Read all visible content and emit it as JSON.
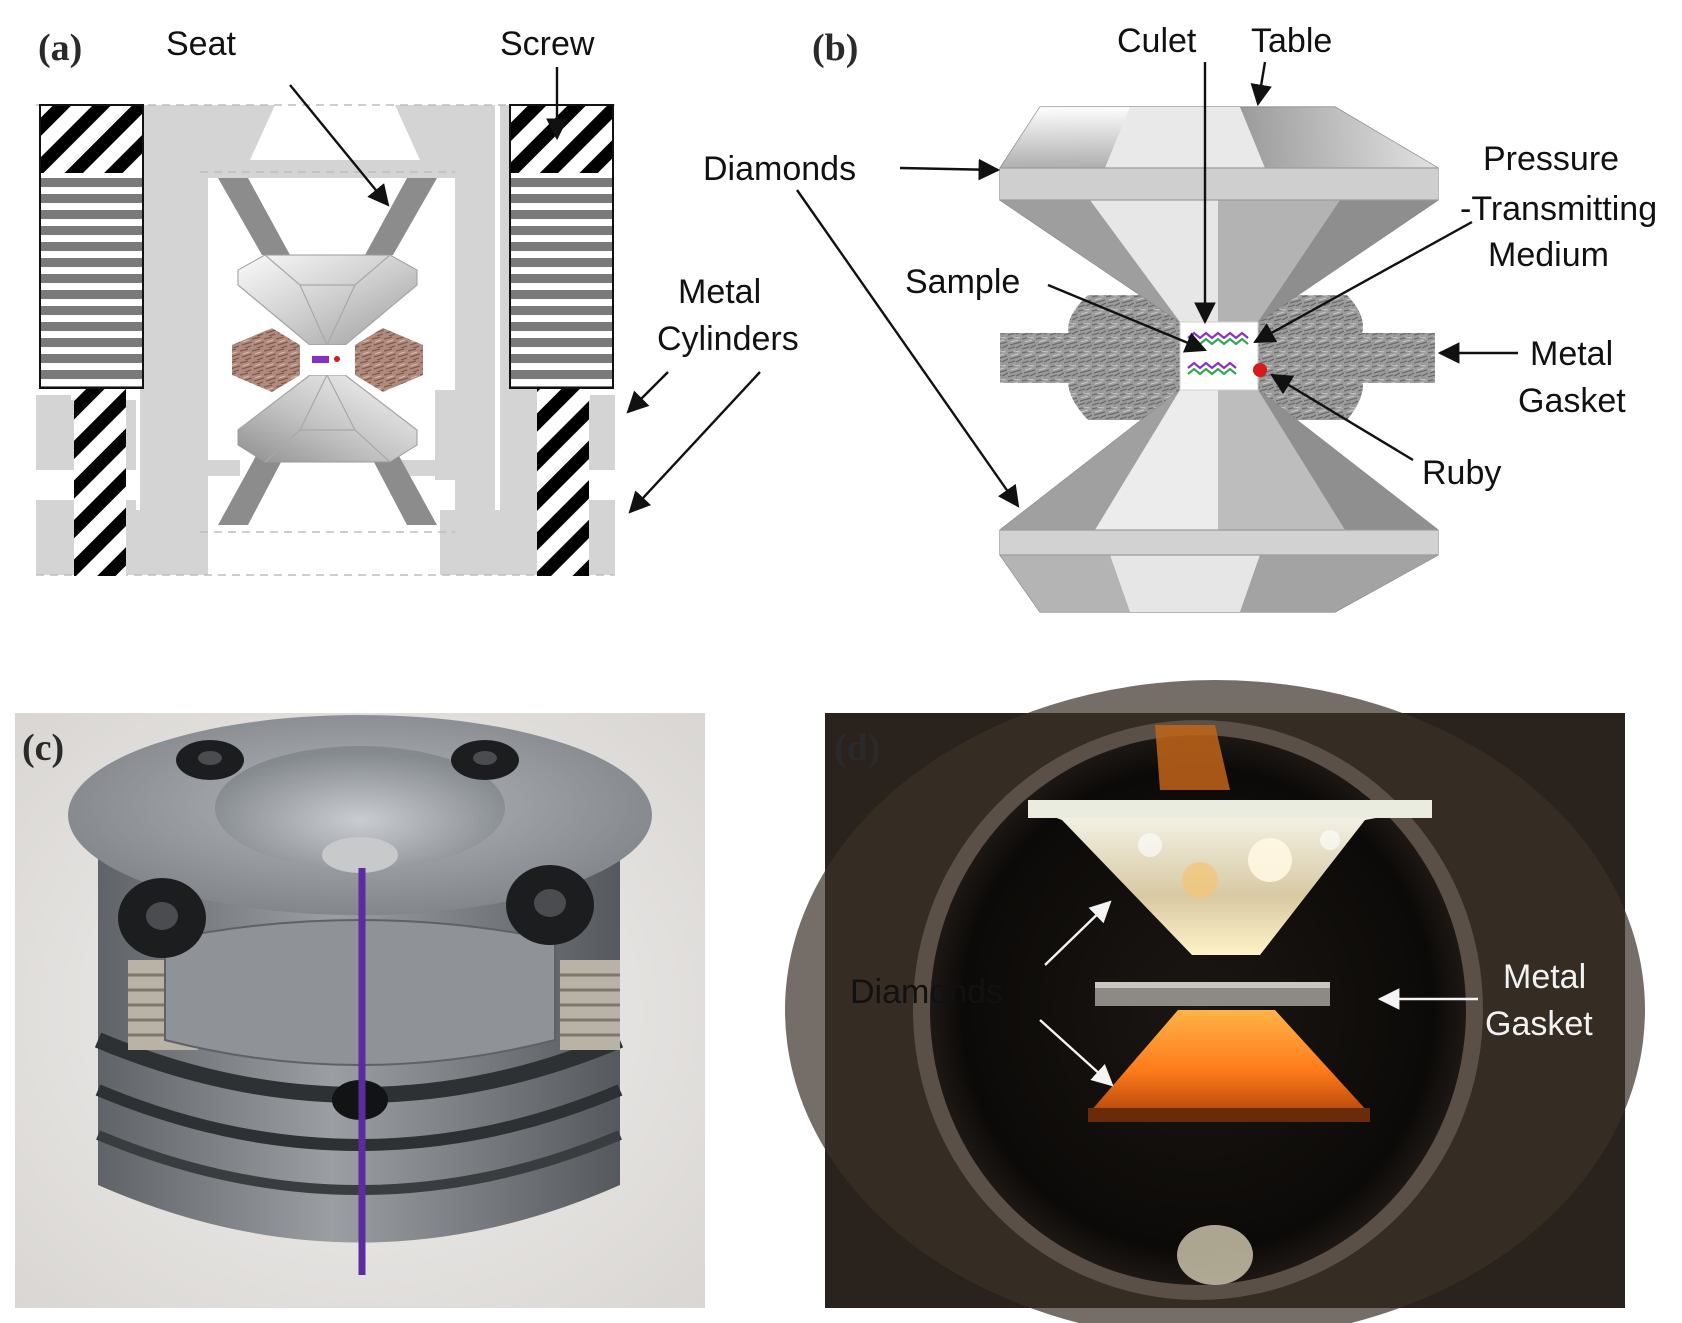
{
  "panels": {
    "a": {
      "panel_label": "(a)",
      "labels": {
        "seat": "Seat",
        "screw": "Screw",
        "metal_cylinders": [
          "Metal",
          "Cylinders"
        ]
      }
    },
    "b": {
      "panel_label": "(b)",
      "labels": {
        "culet": "Culet",
        "table": "Table",
        "diamonds": "Diamonds",
        "pressure_medium": [
          "Pressure",
          "-Transmitting",
          "Medium"
        ],
        "sample": "Sample",
        "metal_gasket": [
          "Metal",
          "Gasket"
        ],
        "ruby": "Ruby"
      }
    },
    "c": {
      "panel_label": "(c)"
    },
    "d": {
      "panel_label": "(d)",
      "labels": {
        "diamonds": "Diamonds",
        "metal_gasket": [
          "Metal",
          "Gasket"
        ]
      }
    }
  },
  "colors": {
    "frame_gray": "#d4d4d4",
    "seat_gray": "#8c8c8c",
    "diamond_light": "#f1f1f1",
    "diamond_mid": "#b9b9b9",
    "gasket_gray": "#9a9a9a",
    "sample_purple": "#8a2fc4",
    "sample_green": "#2fa84f",
    "ruby_red": "#d81a1a",
    "cell_metal": "#8a8e93",
    "marker_purple": "#5a2ca0",
    "glow_orange": "#ff8a1c"
  },
  "icons": [
    "screw-icon",
    "seat-icon",
    "diamond-anvil-icon",
    "gasket-icon",
    "ruby-icon"
  ]
}
